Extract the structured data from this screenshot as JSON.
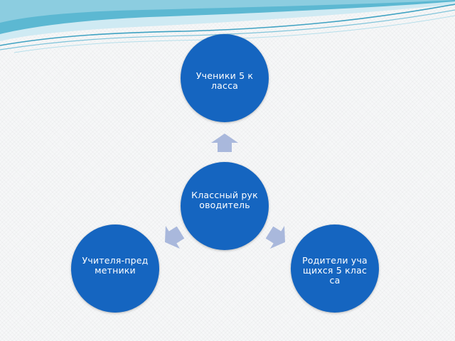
{
  "colors": {
    "node_fill": "#1565c0",
    "node_text": "#ffffff",
    "arrow_fill": "#a9b8dc",
    "wave_primary": "#4fb3cf",
    "wave_light": "#a6dcec"
  },
  "diagram": {
    "center": {
      "label": "Классный руководитель"
    },
    "top": {
      "label": "Ученики 5 класса"
    },
    "left": {
      "label": "Учителя-предметники"
    },
    "right": {
      "label": "Родители учащихся 5 класса"
    }
  },
  "arrows": [
    {
      "from": "center",
      "to": "top"
    },
    {
      "from": "center",
      "to": "left"
    },
    {
      "from": "center",
      "to": "right"
    }
  ]
}
